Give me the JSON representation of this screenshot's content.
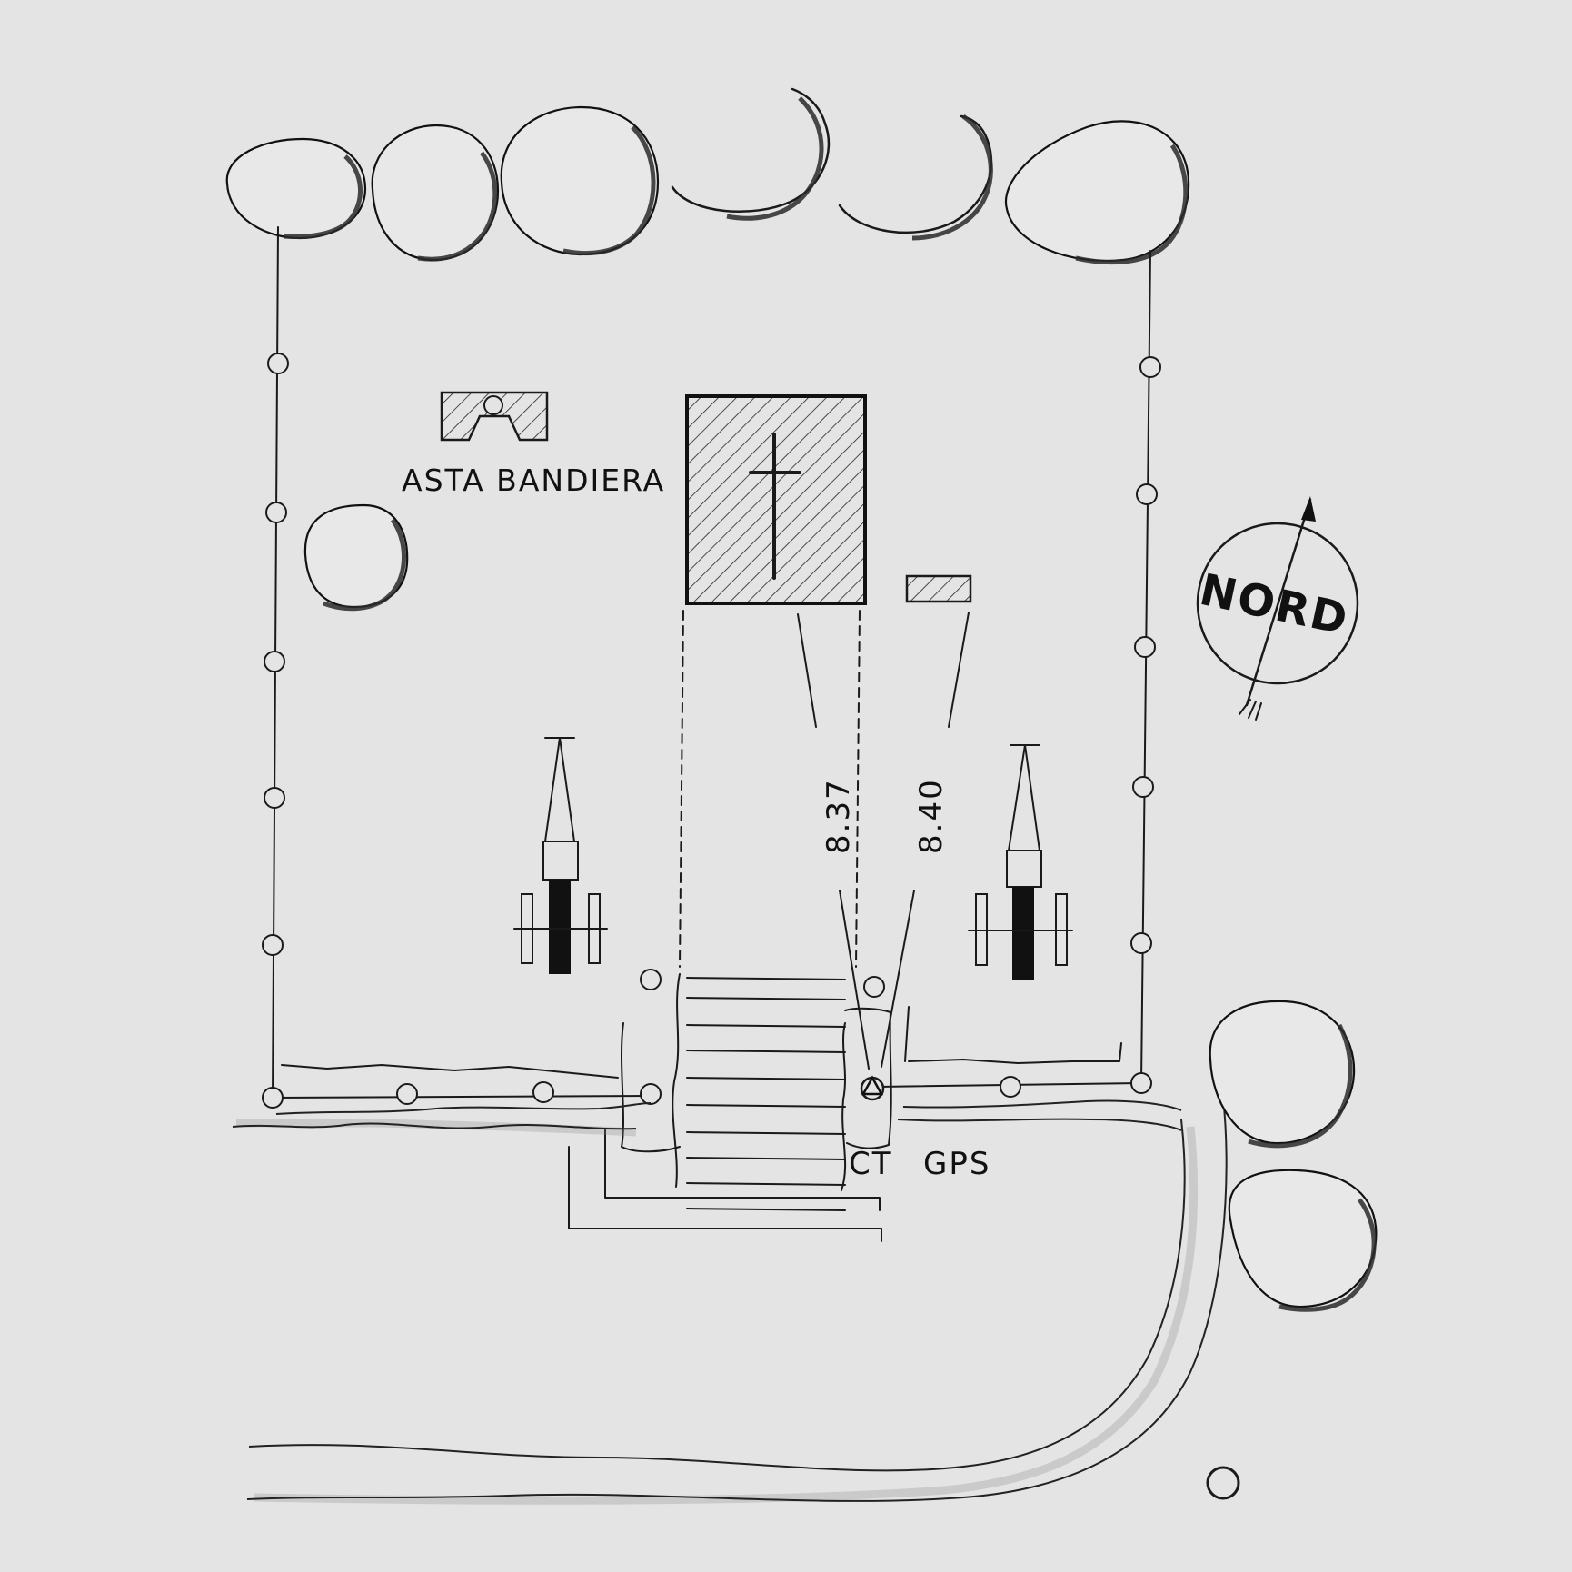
{
  "labels": {
    "flagpole": "ASTA BANDIERA",
    "north": "NORD",
    "dimension_left": "8.37",
    "dimension_right": "8.40",
    "ct": "CT",
    "gps": "GPS"
  },
  "icons": {
    "north_arrow": "north-arrow-icon",
    "cross": "cross-icon",
    "cannon": "cannon-icon",
    "survey_point": "survey-triangle-icon"
  },
  "colors": {
    "paper": "#e4e4e4",
    "ink": "#1a1a1a"
  }
}
